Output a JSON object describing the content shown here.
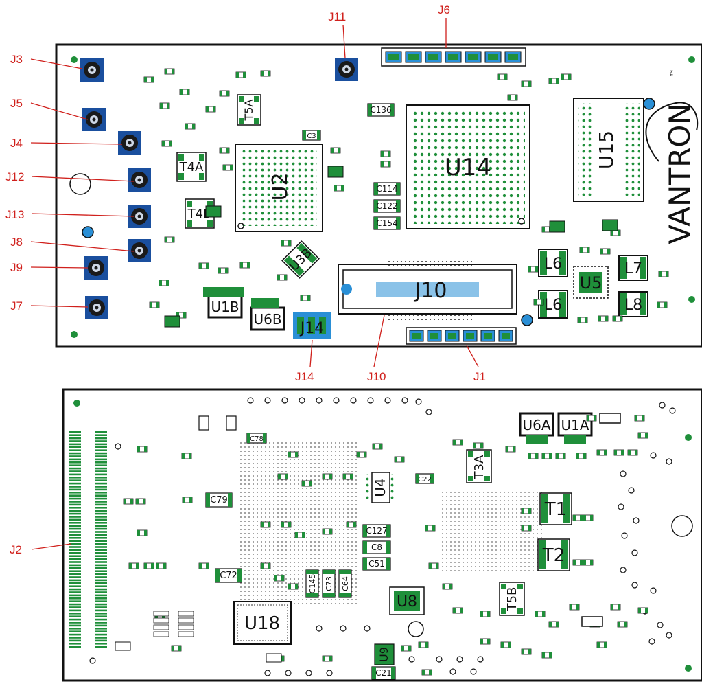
{
  "colors": {
    "callout": "#d0201c",
    "pad_green": "#1f8f3a",
    "pad_blue": "#2a8fd6",
    "outline": "#111111"
  },
  "top_board": {
    "brand": "VANTRON",
    "trademark": "™",
    "callouts": [
      "J3",
      "J5",
      "J4",
      "J12",
      "J13",
      "J8",
      "J9",
      "J7",
      "J11",
      "J6",
      "J14",
      "J10",
      "J1"
    ],
    "components": {
      "u2": "U2",
      "u14": "U14",
      "u15": "U15",
      "u5": "U5",
      "j10": "J10",
      "j14": "J14",
      "u1b": "U1B",
      "u6b": "U6B",
      "u3b": "U3B",
      "l6a": "L6",
      "l6b": "L6",
      "l7": "L7",
      "l8": "L8",
      "t4a": "T4A",
      "t4b": "T4B",
      "t5a": "T5A",
      "c136": "C136",
      "c114": "C114",
      "c122": "C122",
      "c154": "C154",
      "c3": "C3"
    }
  },
  "bottom_board": {
    "callouts": [
      "J2"
    ],
    "components": {
      "u18": "U18",
      "u4": "U4",
      "u8": "U8",
      "u9": "U9",
      "t1": "T1",
      "t2": "T2",
      "t3a": "T3A",
      "t5b": "T5B",
      "u6a": "U6A",
      "u1a": "U1A",
      "c79": "C79",
      "c72": "C72",
      "c78": "C78",
      "c127": "C127",
      "c8": "C8",
      "c51": "C51",
      "c21": "C21",
      "c22": "C22",
      "c145": "C145",
      "c73": "C73",
      "c64": "C64"
    }
  }
}
